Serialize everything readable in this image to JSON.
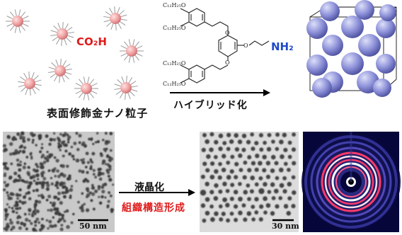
{
  "top": {
    "particles_caption": "表面修飾金ナノ粒子",
    "acid_group": "CO₂H",
    "amine_group": "NH₂",
    "chain_labels": [
      "C₁₂H₂₅O",
      "C₁₂H₂₅O",
      "C₁₂H₂₅O",
      "C₁₂H₂₅O"
    ],
    "arrow_label": "ハイブリッド化"
  },
  "bottom": {
    "arrow_label_top": "液晶化",
    "arrow_label_bottom": "組織構造形成",
    "scale_bar_left": "50 nm",
    "scale_bar_middle": "30 nm"
  },
  "colors": {
    "particle_core": "#f0a0a0",
    "accent_red": "#e01a1a",
    "accent_blue": "#1f49c7",
    "sphere": "#8c90d8",
    "xrd_bg": "#0a0a50",
    "xrd_ring": "#ff3a6a"
  }
}
